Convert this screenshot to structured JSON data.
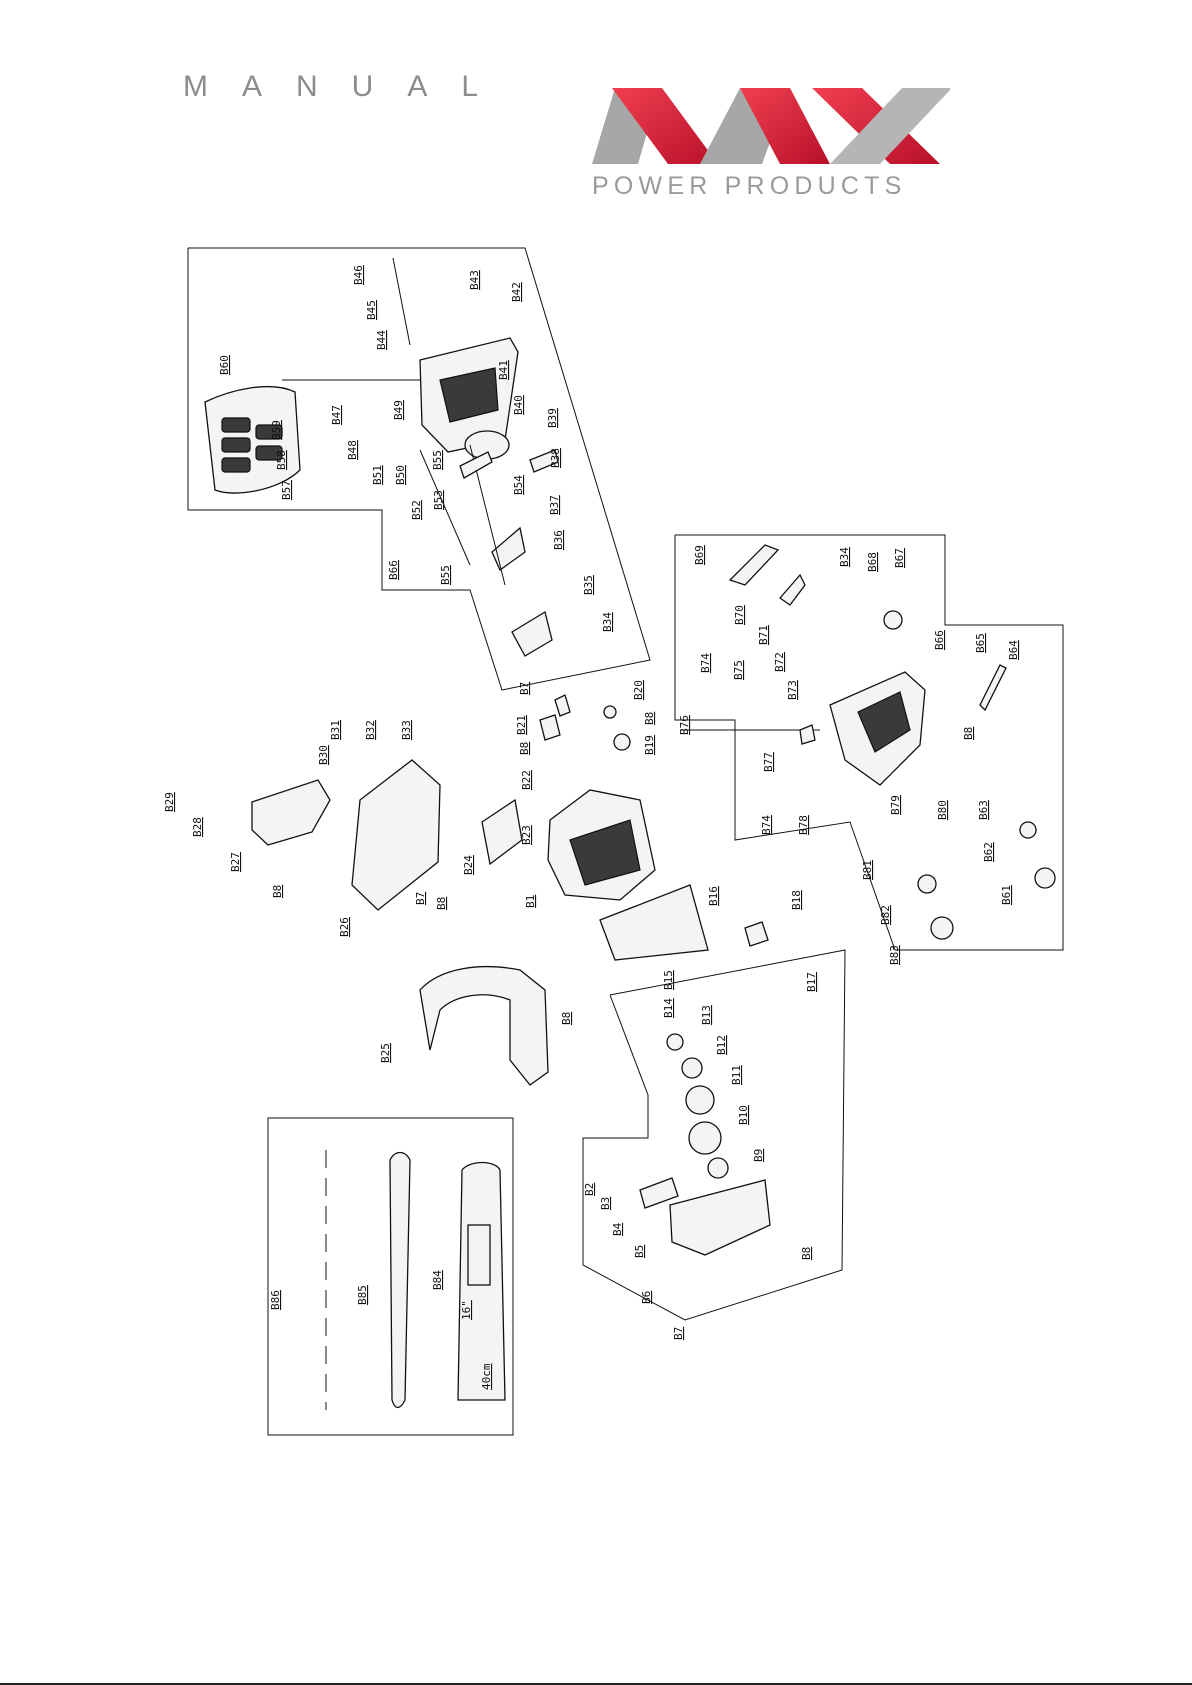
{
  "header": {
    "title": "MANUAL"
  },
  "logo": {
    "brand": "NAX",
    "subtitle": "POWER PRODUCTS",
    "colors": {
      "red": "#d01a35",
      "gray": "#a9a9a9"
    }
  },
  "diagram": {
    "labels": [
      "B46",
      "B45",
      "B44",
      "B43",
      "B42",
      "B41",
      "B40",
      "B39",
      "B38",
      "B60",
      "B59",
      "B58",
      "B57",
      "B47",
      "B48",
      "B49",
      "B51",
      "B50",
      "B55",
      "B53",
      "B52",
      "B54",
      "B37",
      "B36",
      "B66",
      "B55",
      "B35",
      "B34",
      "B69",
      "B70",
      "B34",
      "B68",
      "B67",
      "B71",
      "B72",
      "B73",
      "B74",
      "B75",
      "B66",
      "B65",
      "B64",
      "B76",
      "B77",
      "B8",
      "B74",
      "B78",
      "B79",
      "B80",
      "B63",
      "B62",
      "B61",
      "B81",
      "B82",
      "B83",
      "B7",
      "B21",
      "B20",
      "B8",
      "B8",
      "B22",
      "B19",
      "B31",
      "B32",
      "B33",
      "B30",
      "B29",
      "B28",
      "B27",
      "B8",
      "B26",
      "B24",
      "B23",
      "B1",
      "B16",
      "B18",
      "B17",
      "B7",
      "B8",
      "B25",
      "B8",
      "B15",
      "B14",
      "B13",
      "B12",
      "B11",
      "B10",
      "B9",
      "B2",
      "B3",
      "B4",
      "B5",
      "B6",
      "B8",
      "B7",
      "B86",
      "B85",
      "B84"
    ],
    "bar_marks": [
      "16\"",
      "40cm"
    ]
  }
}
